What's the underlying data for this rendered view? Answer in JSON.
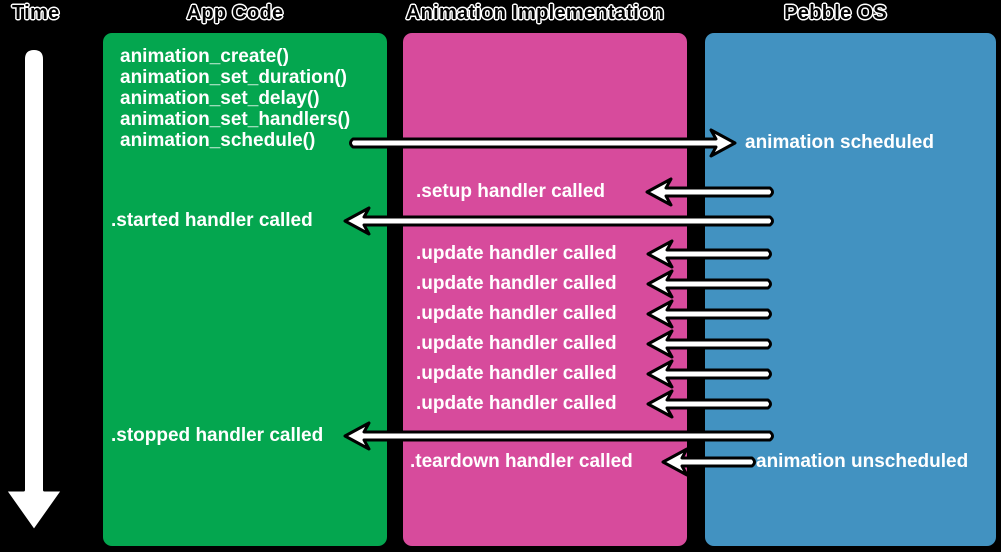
{
  "headers": {
    "time": "Time",
    "app_code": "App Code",
    "animation_implementation": "Animation Implementation",
    "pebble_os": "Pebble OS"
  },
  "app_code": {
    "calls": [
      "animation_create()",
      "animation_set_duration()",
      "animation_set_delay()",
      "animation_set_handlers()",
      "animation_schedule()"
    ],
    "events": [
      ".started handler called",
      ".stopped handler called"
    ]
  },
  "animation_implementation": {
    "events": [
      ".setup handler called",
      ".update handler called",
      ".update handler called",
      ".update handler called",
      ".update handler called",
      ".update handler called",
      ".update handler called",
      ".teardown handler called"
    ]
  },
  "pebble_os": {
    "events": [
      "animation scheduled",
      "animation unscheduled"
    ]
  },
  "colors": {
    "background": "#000000",
    "app_code_box": "#04a64f",
    "animation_implementation_box": "#d74b9c",
    "pebble_os_box": "#4292c1",
    "label_text": "#ffffff",
    "header_text": "#000000",
    "header_outline": "#ffffff",
    "arrow_fill": "#ffffff",
    "arrow_outline": "#000000"
  }
}
